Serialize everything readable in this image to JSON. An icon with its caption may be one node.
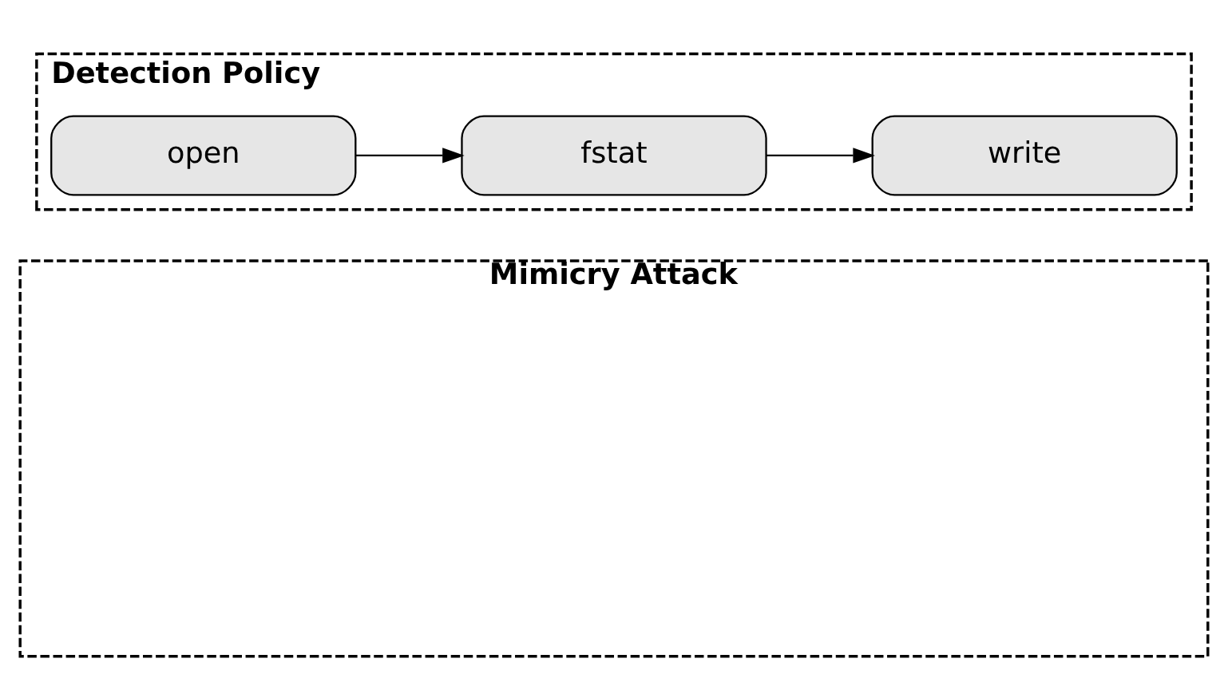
{
  "diagram": {
    "nodes": [
      {
        "text": [
          "Detection Policy"
        ]
      },
      {
        "text": [
          "open"
        ],
        "in": 0
      },
      {
        "text": [
          "fstat"
        ],
        "in": 0
      },
      {
        "text": [
          "write"
        ],
        "in": 0
      },
      {
        "text": [
          "Mimicry Attack"
        ]
      }
    ],
    "edges": [
      {
        "from": 1,
        "to": 2,
        "arrow": "to"
      },
      {
        "from": 2,
        "to": 3,
        "arrow": "to"
      }
    ]
  }
}
